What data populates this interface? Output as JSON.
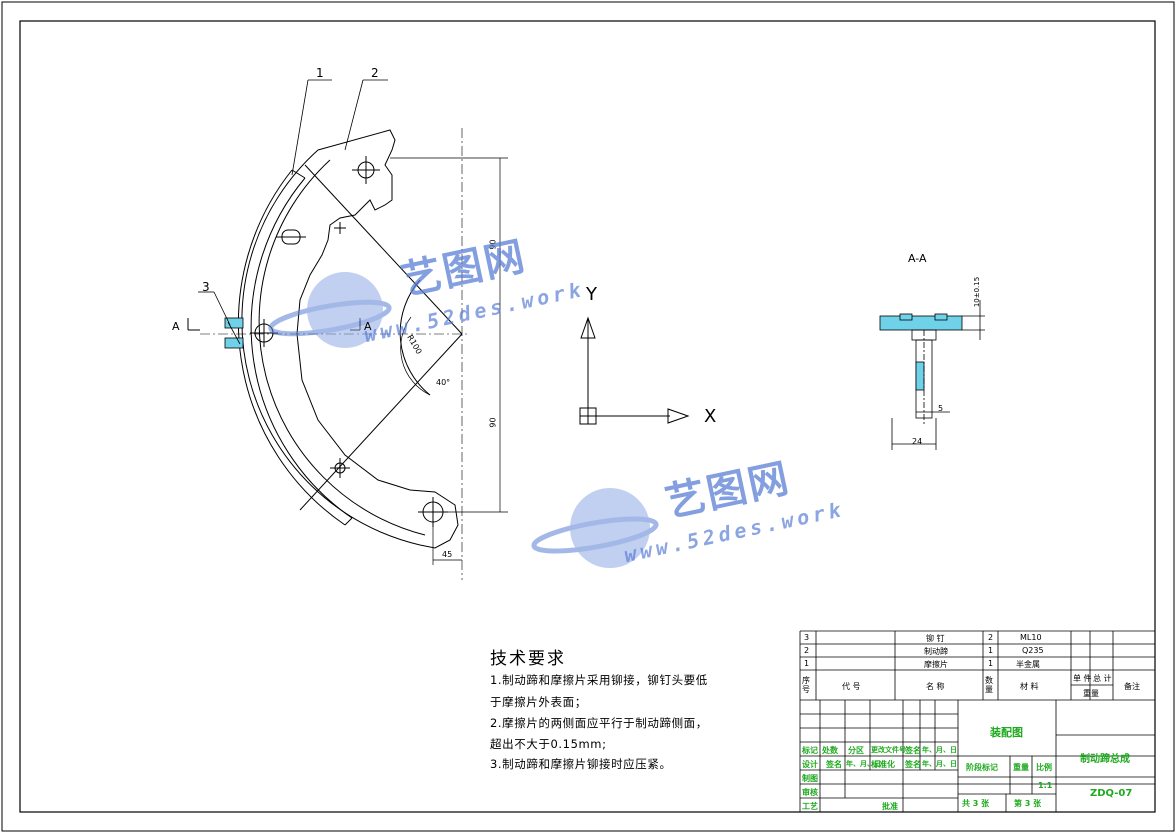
{
  "parts": {
    "part1": "1",
    "part2": "2",
    "part3": "3"
  },
  "section_marks": {
    "left": "A",
    "right": "A",
    "view_title": "A-A"
  },
  "axes": {
    "y": "Y",
    "x": "X"
  },
  "dimensions": {
    "top_height": "90",
    "bottom_height": "90",
    "bottom_offset": "45",
    "radius": "R100",
    "angle": "40°",
    "section_width": "24",
    "section_height": "10±0.15",
    "section_small": "5"
  },
  "technical_requirements": {
    "title": "技术要求",
    "lines": [
      "1.制动蹄和摩擦片采用铆接，铆钉头要低",
      "于摩擦片外表面；",
      "2.摩擦片的两侧面应平行于制动蹄侧面，",
      "超出不大于0.15mm;",
      "3.制动蹄和摩擦片铆接时应压紧。"
    ]
  },
  "bom": {
    "rows": [
      {
        "seq": "3",
        "code": "",
        "name": "铆 钉",
        "qty": "2",
        "material": "ML10"
      },
      {
        "seq": "2",
        "code": "",
        "name": "制动蹄",
        "qty": "1",
        "material": "Q235"
      },
      {
        "seq": "1",
        "code": "",
        "name": "摩擦片",
        "qty": "1",
        "material": "半金属"
      }
    ],
    "header": {
      "seq": "序号",
      "code": "代 号",
      "name": "名 称",
      "qty": "数量",
      "material": "材 料",
      "unit": "单 件",
      "total": "总 计",
      "weight": "重量",
      "remark": "备注"
    }
  },
  "title_block": {
    "drawing_type": "装配图",
    "drawing_name": "制动蹄总成",
    "drawing_no": "ZDQ-07",
    "scale_label": "比例",
    "scale": "1:1",
    "stage_label": "阶段标记",
    "weight_label": "重量",
    "sheets": "共 3 张",
    "sheet_no": "第 3 张",
    "row_labels": [
      "标记",
      "设计",
      "制图",
      "审核",
      "工艺"
    ],
    "col_labels": [
      "处数",
      "分区",
      "更改文件号",
      "签名",
      "年、月、日"
    ],
    "design_sub": [
      "签名",
      "年、月、日",
      "标准化",
      "签名",
      "年、月、日"
    ],
    "approve": "批准"
  },
  "watermark": {
    "brand": "艺图网",
    "url": "www.52des.work"
  },
  "colors": {
    "line": "#000000",
    "watermark": "#5b7fd6",
    "title_green": "#1faa1f",
    "section_fill": "#6fd2e8"
  }
}
